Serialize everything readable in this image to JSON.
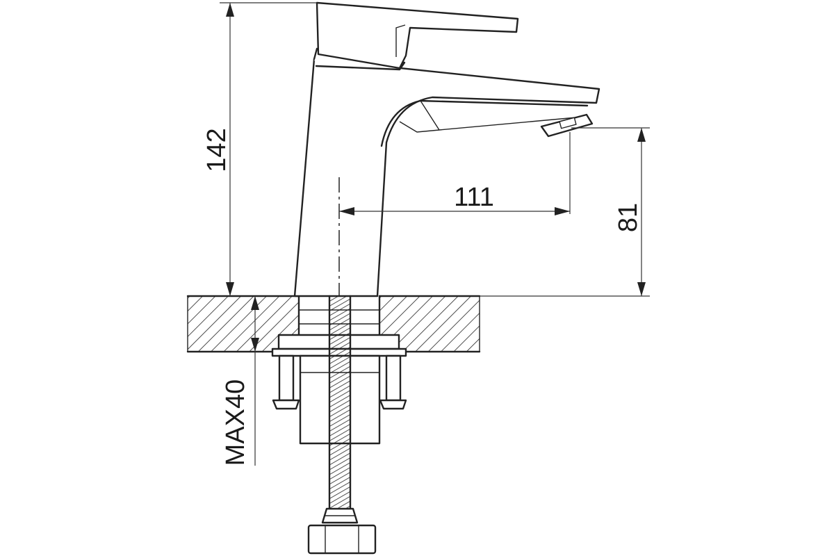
{
  "drawing": {
    "line_color": "#222222",
    "background": "#ffffff"
  },
  "dimensions": {
    "overall_height": "142",
    "spout_reach": "111",
    "spout_height": "81",
    "max_counter_thickness": "MAX40"
  }
}
